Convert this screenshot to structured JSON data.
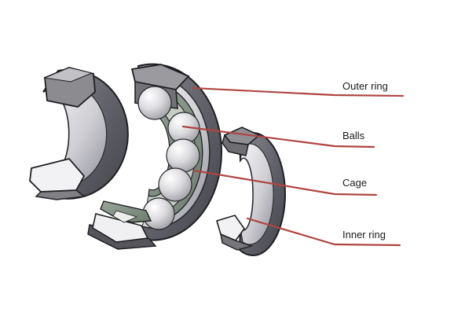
{
  "diagram": {
    "labels": [
      {
        "id": "outer-ring",
        "text": "Outer ring"
      },
      {
        "id": "balls",
        "text": "Balls"
      },
      {
        "id": "cage",
        "text": "Cage"
      },
      {
        "id": "inner-ring",
        "text": "Inner ring"
      }
    ],
    "colors": {
      "background": "#ffffff",
      "leader_line": "#ae4542",
      "ring_dark": "#5a5a60",
      "ring_light": "#d9d9dc",
      "cage_green": "#8c988c",
      "ball": "#c9c9cd",
      "cut_face": "#f3f3f4",
      "label_text": "#1a1a1a"
    }
  }
}
